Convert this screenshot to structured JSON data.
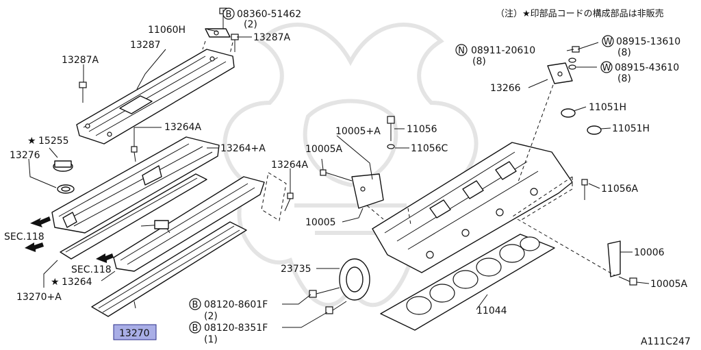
{
  "note": "（注）★印部品コードの構成部品は非販売",
  "figure_code": "A111C247",
  "labels": {
    "p08360": "08360-51462",
    "p08360_qty": "(2)",
    "p11060H": "11060H",
    "p13287A_top": "13287A",
    "p13287": "13287",
    "p13287A_left": "13287A",
    "p15255": "15255",
    "p13276": "13276",
    "p13264A_top": "13264A",
    "p13264plusA": "13264+A",
    "p13264A_mid": "13264A",
    "p13264": "13264",
    "p13270plusA": "13270+A",
    "p13270": "13270",
    "sec118_a": "SEC.118",
    "sec118_b": "SEC.118",
    "p10005plusA": "10005+A",
    "p11056": "11056",
    "p10005A_top": "10005A",
    "p11056C": "11056C",
    "p10005": "10005",
    "p23735": "23735",
    "p08120_8601": "08120-8601F",
    "p08120_8601_qty": "(2)",
    "p08120_8351": "08120-8351F",
    "p08120_8351_qty": "(1)",
    "p11044": "11044",
    "p08911": "08911-20610",
    "p08911_qty": "(8)",
    "p08915_136": "08915-13610",
    "p08915_136_qty": "(8)",
    "p08915_436": "08915-43610",
    "p08915_436_qty": "(8)",
    "p13266": "13266",
    "p11051H_a": "11051H",
    "p11051H_b": "11051H",
    "p11056A": "11056A",
    "p10006": "10006",
    "p10005A_right": "10005A"
  },
  "prefix_marks": {
    "bolt_b": "B",
    "nut_n": "N",
    "washer_w": "W",
    "star": "★"
  },
  "highlight": {
    "part": "13270",
    "color": "#a9aee6"
  }
}
